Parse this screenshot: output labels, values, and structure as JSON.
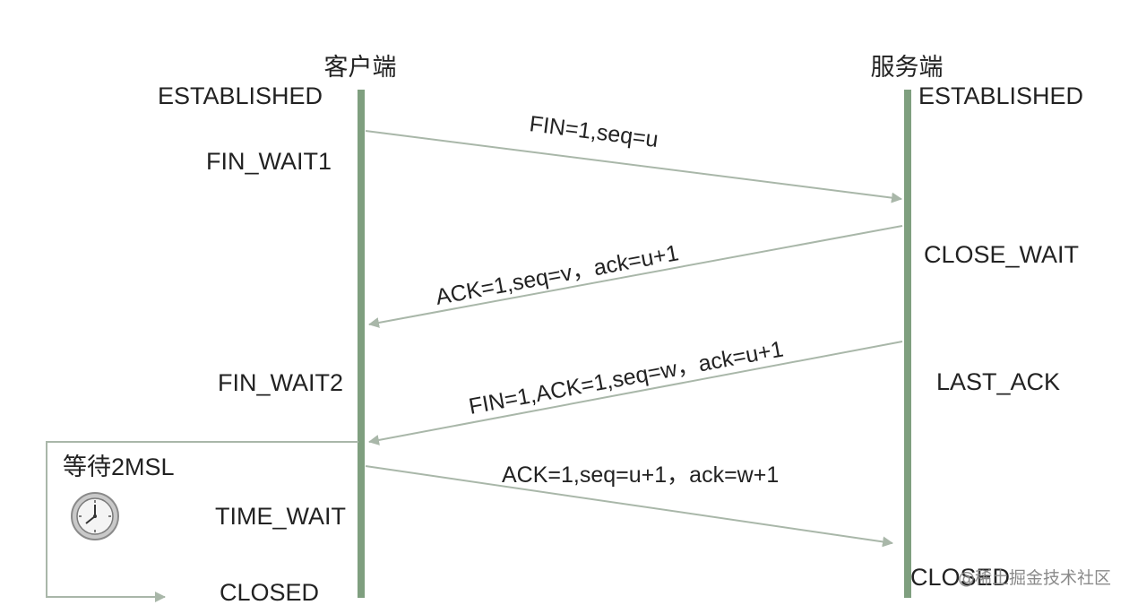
{
  "client": {
    "title": "客户端",
    "states": {
      "established": "ESTABLISHED",
      "fin_wait1": "FIN_WAIT1",
      "fin_wait2": "FIN_WAIT2",
      "time_wait": "TIME_WAIT",
      "closed": "CLOSED"
    }
  },
  "server": {
    "title": "服务端",
    "states": {
      "established": "ESTABLISHED",
      "close_wait": "CLOSE_WAIT",
      "last_ack": "LAST_ACK",
      "closed": "CLOSED"
    }
  },
  "messages": {
    "fin": "FIN=1,seq=u",
    "ack": "ACK=1,seq=v，ack=u+1",
    "fin_ack": "FIN=1,ACK=1,seq=w，ack=u+1",
    "final_ack": "ACK=1,seq=u+1，ack=w+1"
  },
  "wait": {
    "label": "等待2MSL",
    "icon": "clock-icon"
  },
  "watermark": "@稀土掘金技术社区",
  "colors": {
    "lifeline": "#7f9f7f",
    "arrow": "#a9b7a9",
    "text": "#222222"
  }
}
